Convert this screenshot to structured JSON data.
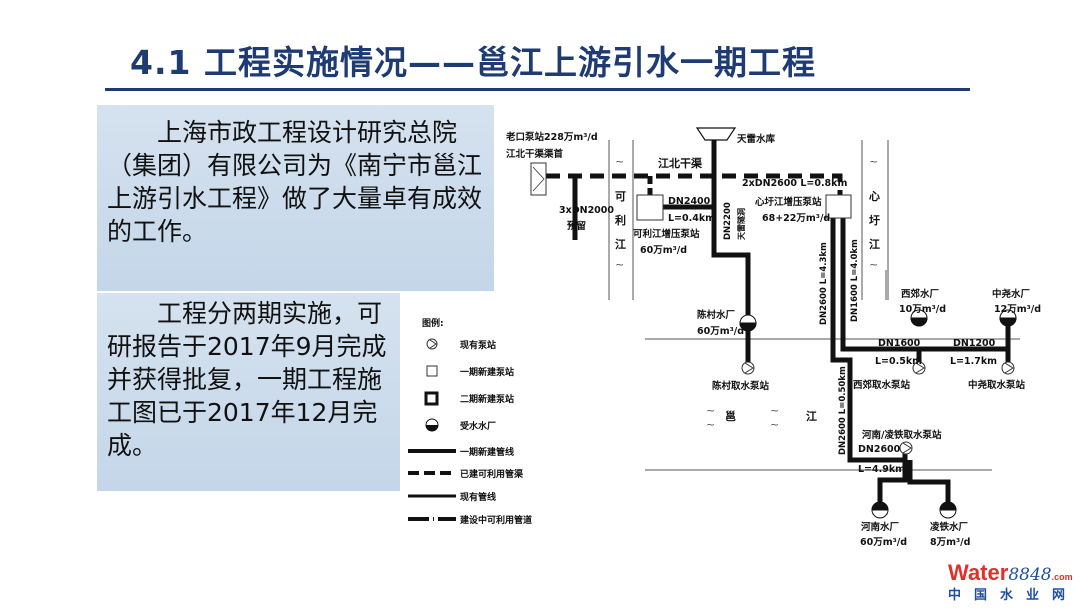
{
  "title": "4.1 工程实施情况——邕江上游引水一期工程",
  "text_box_1": "　　上海市政工程设计研究总院（集团）有限公司为《南宁市邕江上游引水工程》做了大量卓有成效的工作。",
  "text_box_2": "　　工程分两期实施，可研报告于2017年9月完成并获得批复，一期工程施工图已于2017年12月完成。",
  "diagram": {
    "laokou_1": "老口泵站228万m³/d",
    "laokou_2": "江北干渠渠首",
    "jiangbei_canal": "江北干渠",
    "reserve_1": "3xDN2000",
    "reserve_2": "预留",
    "keli_river": [
      "可",
      "利",
      "江"
    ],
    "xinxu_river": [
      "心",
      "圩",
      "江"
    ],
    "keli_pipe_dn": "DN2400",
    "keli_pipe_l": "L=0.4km",
    "keli_station_1": "可利江增压泵站",
    "keli_station_2": "60万m³/d",
    "tianlei": "天雷水库",
    "dn2200": "DN2200",
    "tianlei_tunnel": "天雷隧洞",
    "xinxu_pipe": "2xDN2600  L=0.8km",
    "xinxu_station_1": "心圩江增压泵站",
    "xinxu_station_2": "68+22万m³/d",
    "vert_dn2600": "DN2600  L=4.3km",
    "vert_dn1600": "DN1600  L=4.0km",
    "chencun_plant_1": "陈村水厂",
    "chencun_plant_2": "60万m³/d",
    "chencun_pump": "陈村取水泵站",
    "xijiao_plant_1": "西郊水厂",
    "xijiao_plant_2": "10万m³/d",
    "zhongyao_plant_1": "中尧水厂",
    "zhongyao_plant_2": "12万m³/d",
    "dn1600": "DN1600",
    "l05": "L=0.5km",
    "dn1200": "DN1200",
    "l17": "L=1.7km",
    "xijiao_pump": "西郊取水泵站",
    "zhongyao_pump": "中尧取水泵站",
    "yong": "邕",
    "jiang": "江",
    "vert_dn2600_2": "DN2600  L=0.50km",
    "henan_pump": "河南/凌铁取水泵站",
    "dn2600_h": "DN2600",
    "l49": "L=4.9km",
    "henan_plant_1": "河南水厂",
    "henan_plant_2": "60万m³/d",
    "lingtie_plant_1": "凌铁水厂",
    "lingtie_plant_2": "8万m³/d"
  },
  "legend": {
    "title": "图例:",
    "items": [
      "现有泵站",
      "一期新建泵站",
      "二期新建泵站",
      "受水水厂",
      "一期新建管线",
      "已建可利用管渠",
      "现有管线",
      "建设中可利用管道"
    ]
  },
  "logo": {
    "brand": "Water",
    "num": "8848",
    "dot": ".com",
    "cn": "中国水业网"
  }
}
